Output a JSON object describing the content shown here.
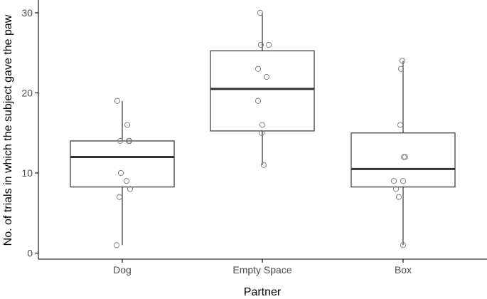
{
  "chart_data": {
    "type": "box",
    "xlabel": "Partner",
    "ylabel": "No. of trials in which the subject gave the paw",
    "categories": [
      "Dog",
      "Empty Space",
      "Box"
    ],
    "yticks": [
      "0",
      "10",
      "20",
      "30"
    ],
    "ylim": [
      -0.5,
      31
    ],
    "grid": false,
    "boxes": [
      {
        "category": "Dog",
        "q1": 8.25,
        "median": 12,
        "q3": 14,
        "whisker_low": 1,
        "whisker_high": 19
      },
      {
        "category": "Empty Space",
        "q1": 15.25,
        "median": 20.5,
        "q3": 25.25,
        "whisker_low": 11,
        "whisker_high": 30
      },
      {
        "category": "Box",
        "q1": 8.25,
        "median": 10.5,
        "q3": 15,
        "whisker_low": 1,
        "whisker_high": 24
      }
    ],
    "points": [
      {
        "category": "Dog",
        "values": [
          19,
          16,
          14,
          14,
          14,
          10,
          9,
          8,
          7,
          1
        ],
        "jitter": [
          -0.07,
          0.07,
          -0.03,
          0.1,
          0.09,
          -0.02,
          0.06,
          0.11,
          -0.04,
          -0.08
        ]
      },
      {
        "category": "Empty Space",
        "values": [
          30,
          26,
          26,
          23,
          22,
          19,
          16,
          15,
          11
        ],
        "jitter": [
          -0.03,
          -0.02,
          0.09,
          -0.06,
          0.06,
          -0.06,
          0.0,
          -0.01,
          0.02
        ]
      },
      {
        "category": "Box",
        "values": [
          24,
          23,
          16,
          12,
          12,
          9,
          9,
          8,
          7,
          1
        ],
        "jitter": [
          -0.01,
          -0.03,
          -0.04,
          0.01,
          0.03,
          -0.13,
          0.0,
          -0.1,
          -0.06,
          0.0
        ]
      }
    ]
  }
}
